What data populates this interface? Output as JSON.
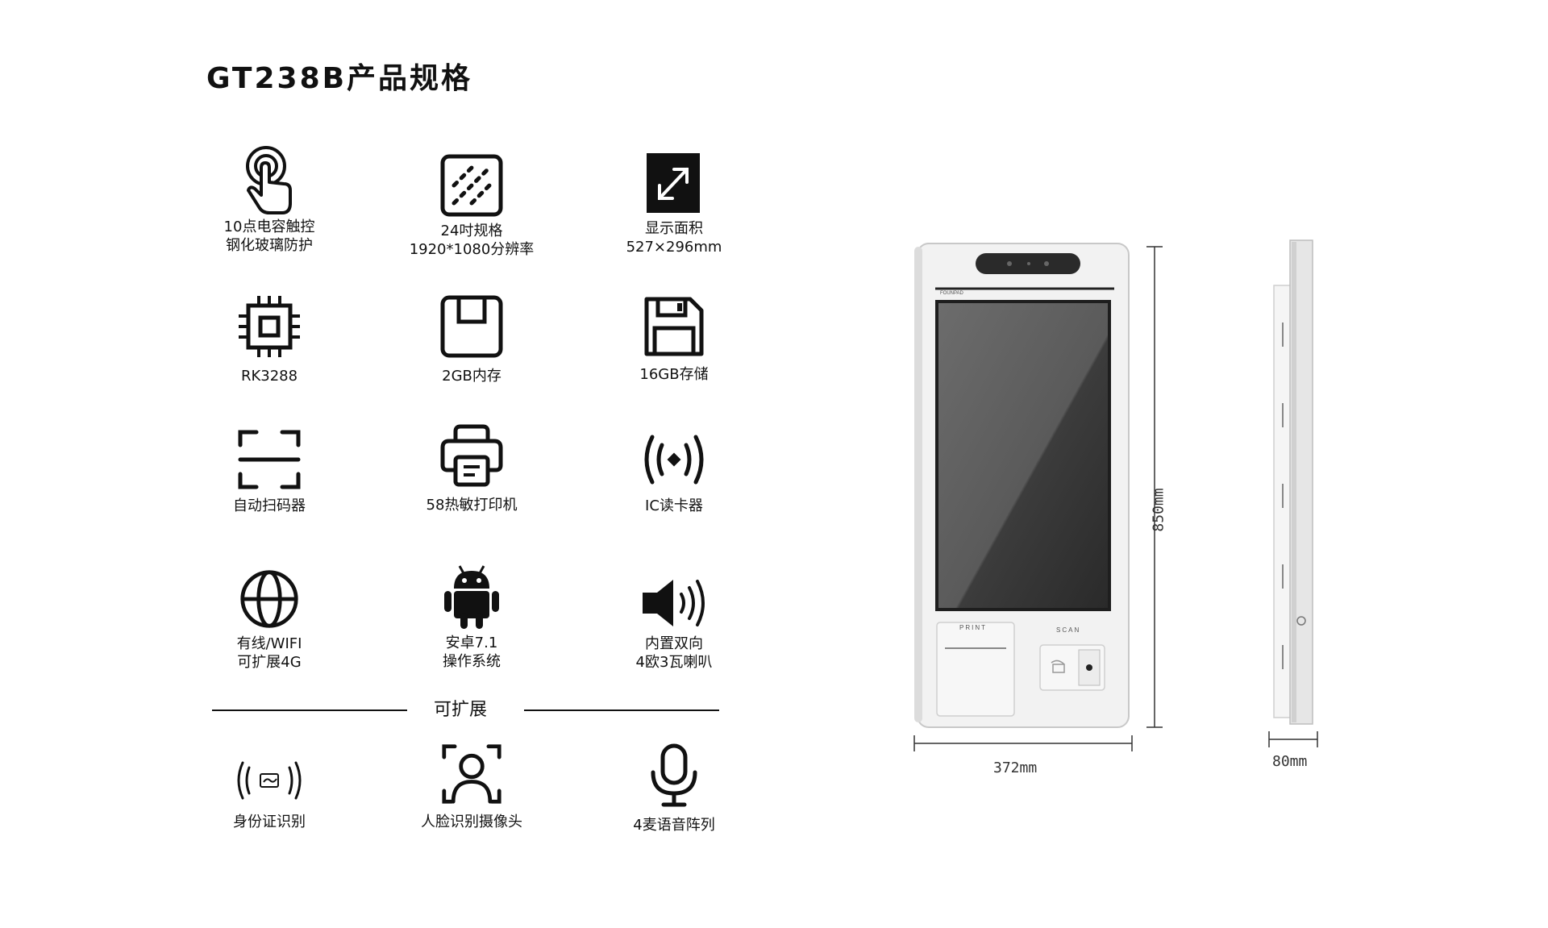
{
  "title": "GT238B产品规格",
  "features": [
    {
      "icon": "touch-icon",
      "lines": [
        "10点电容触控",
        "钢化玻璃防护"
      ]
    },
    {
      "icon": "screen-size-icon",
      "lines": [
        "24吋规格",
        "1920*1080分辨率"
      ]
    },
    {
      "icon": "display-area-icon",
      "lines": [
        "显示面积",
        "527×296mm"
      ]
    },
    {
      "icon": "cpu-chip-icon",
      "lines": [
        "RK3288"
      ]
    },
    {
      "icon": "memory-icon",
      "lines": [
        "2GB内存"
      ]
    },
    {
      "icon": "storage-icon",
      "lines": [
        "16GB存储"
      ]
    },
    {
      "icon": "scanner-icon",
      "lines": [
        "自动扫码器"
      ]
    },
    {
      "icon": "printer-icon",
      "lines": [
        "58热敏打印机"
      ]
    },
    {
      "icon": "ic-reader-icon",
      "lines": [
        "IC读卡器"
      ]
    },
    {
      "icon": "globe-icon",
      "lines": [
        "有线/WIFI",
        "可扩展4G"
      ]
    },
    {
      "icon": "android-icon",
      "lines": [
        "安卓7.1",
        "操作系统"
      ]
    },
    {
      "icon": "speaker-icon",
      "lines": [
        "内置双向",
        "4欧3瓦喇叭"
      ]
    }
  ],
  "expand_label": "可扩展",
  "expand_features": [
    {
      "icon": "id-card-icon",
      "lines": [
        "身份证识别"
      ]
    },
    {
      "icon": "face-camera-icon",
      "lines": [
        "人脸识别摄像头"
      ]
    },
    {
      "icon": "microphone-icon",
      "lines": [
        "4麦语音阵列"
      ]
    }
  ],
  "device": {
    "width_label": "372mm",
    "height_label": "850mm",
    "depth_label": "80mm",
    "print_label": "PRINT",
    "scan_label": "SCAN",
    "brand": "FOUNPAD"
  }
}
